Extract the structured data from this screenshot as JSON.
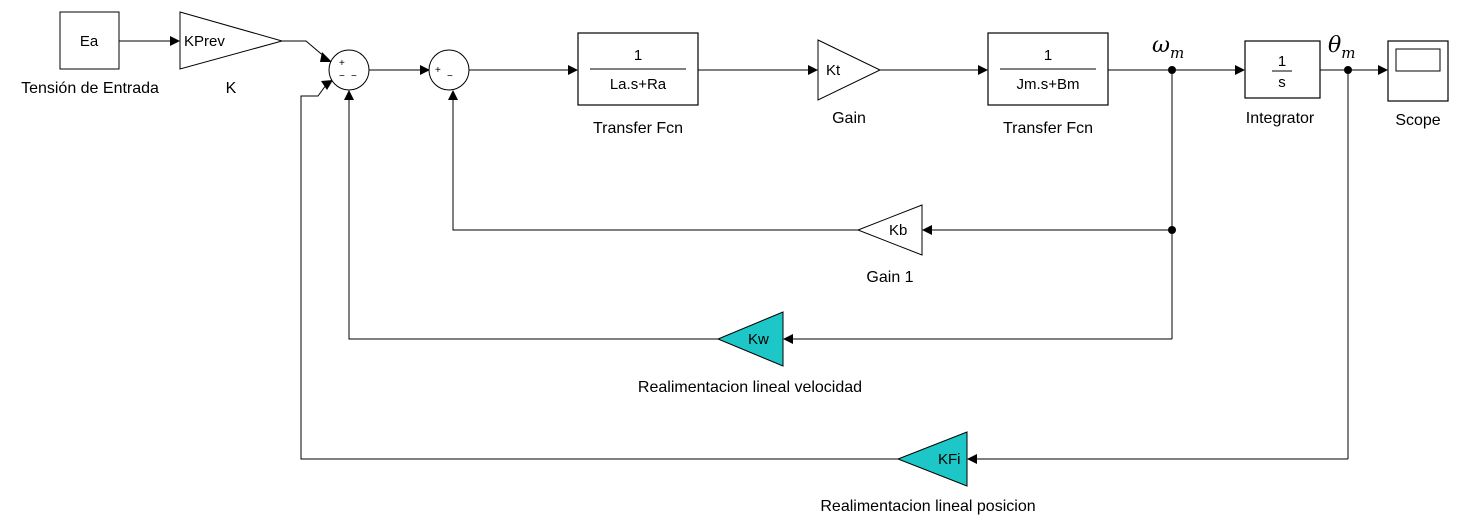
{
  "blocks": {
    "ea": {
      "text": "Ea",
      "label": "Tensión de Entrada"
    },
    "kprev": {
      "text": "KPrev",
      "label": "K"
    },
    "sum1": {
      "signs": [
        "+",
        "−",
        "−"
      ]
    },
    "sum2": {
      "signs": [
        "+",
        "−"
      ]
    },
    "tf1": {
      "numerator": "1",
      "denominator": "La.s+Ra",
      "label": "Transfer Fcn"
    },
    "kt": {
      "text": "Kt",
      "label": "Gain"
    },
    "tf2": {
      "numerator": "1",
      "denominator": "Jm.s+Bm",
      "label": "Transfer Fcn"
    },
    "integrator": {
      "numerator": "1",
      "denominator": "s",
      "label": "Integrator"
    },
    "scope": {
      "label": "Scope"
    },
    "kb": {
      "text": "Kb",
      "label": "Gain 1"
    },
    "kw": {
      "text": "Kw",
      "label": "Realimentacion lineal velocidad"
    },
    "kfi": {
      "text": "KFi",
      "label": "Realimentacion lineal posicion"
    }
  },
  "signals": {
    "omega": {
      "symbol": "ω",
      "subscript": "m"
    },
    "theta": {
      "symbol": "θ",
      "subscript": "m"
    }
  },
  "colors": {
    "feedback_gain_fill": "#1ec7c7"
  }
}
